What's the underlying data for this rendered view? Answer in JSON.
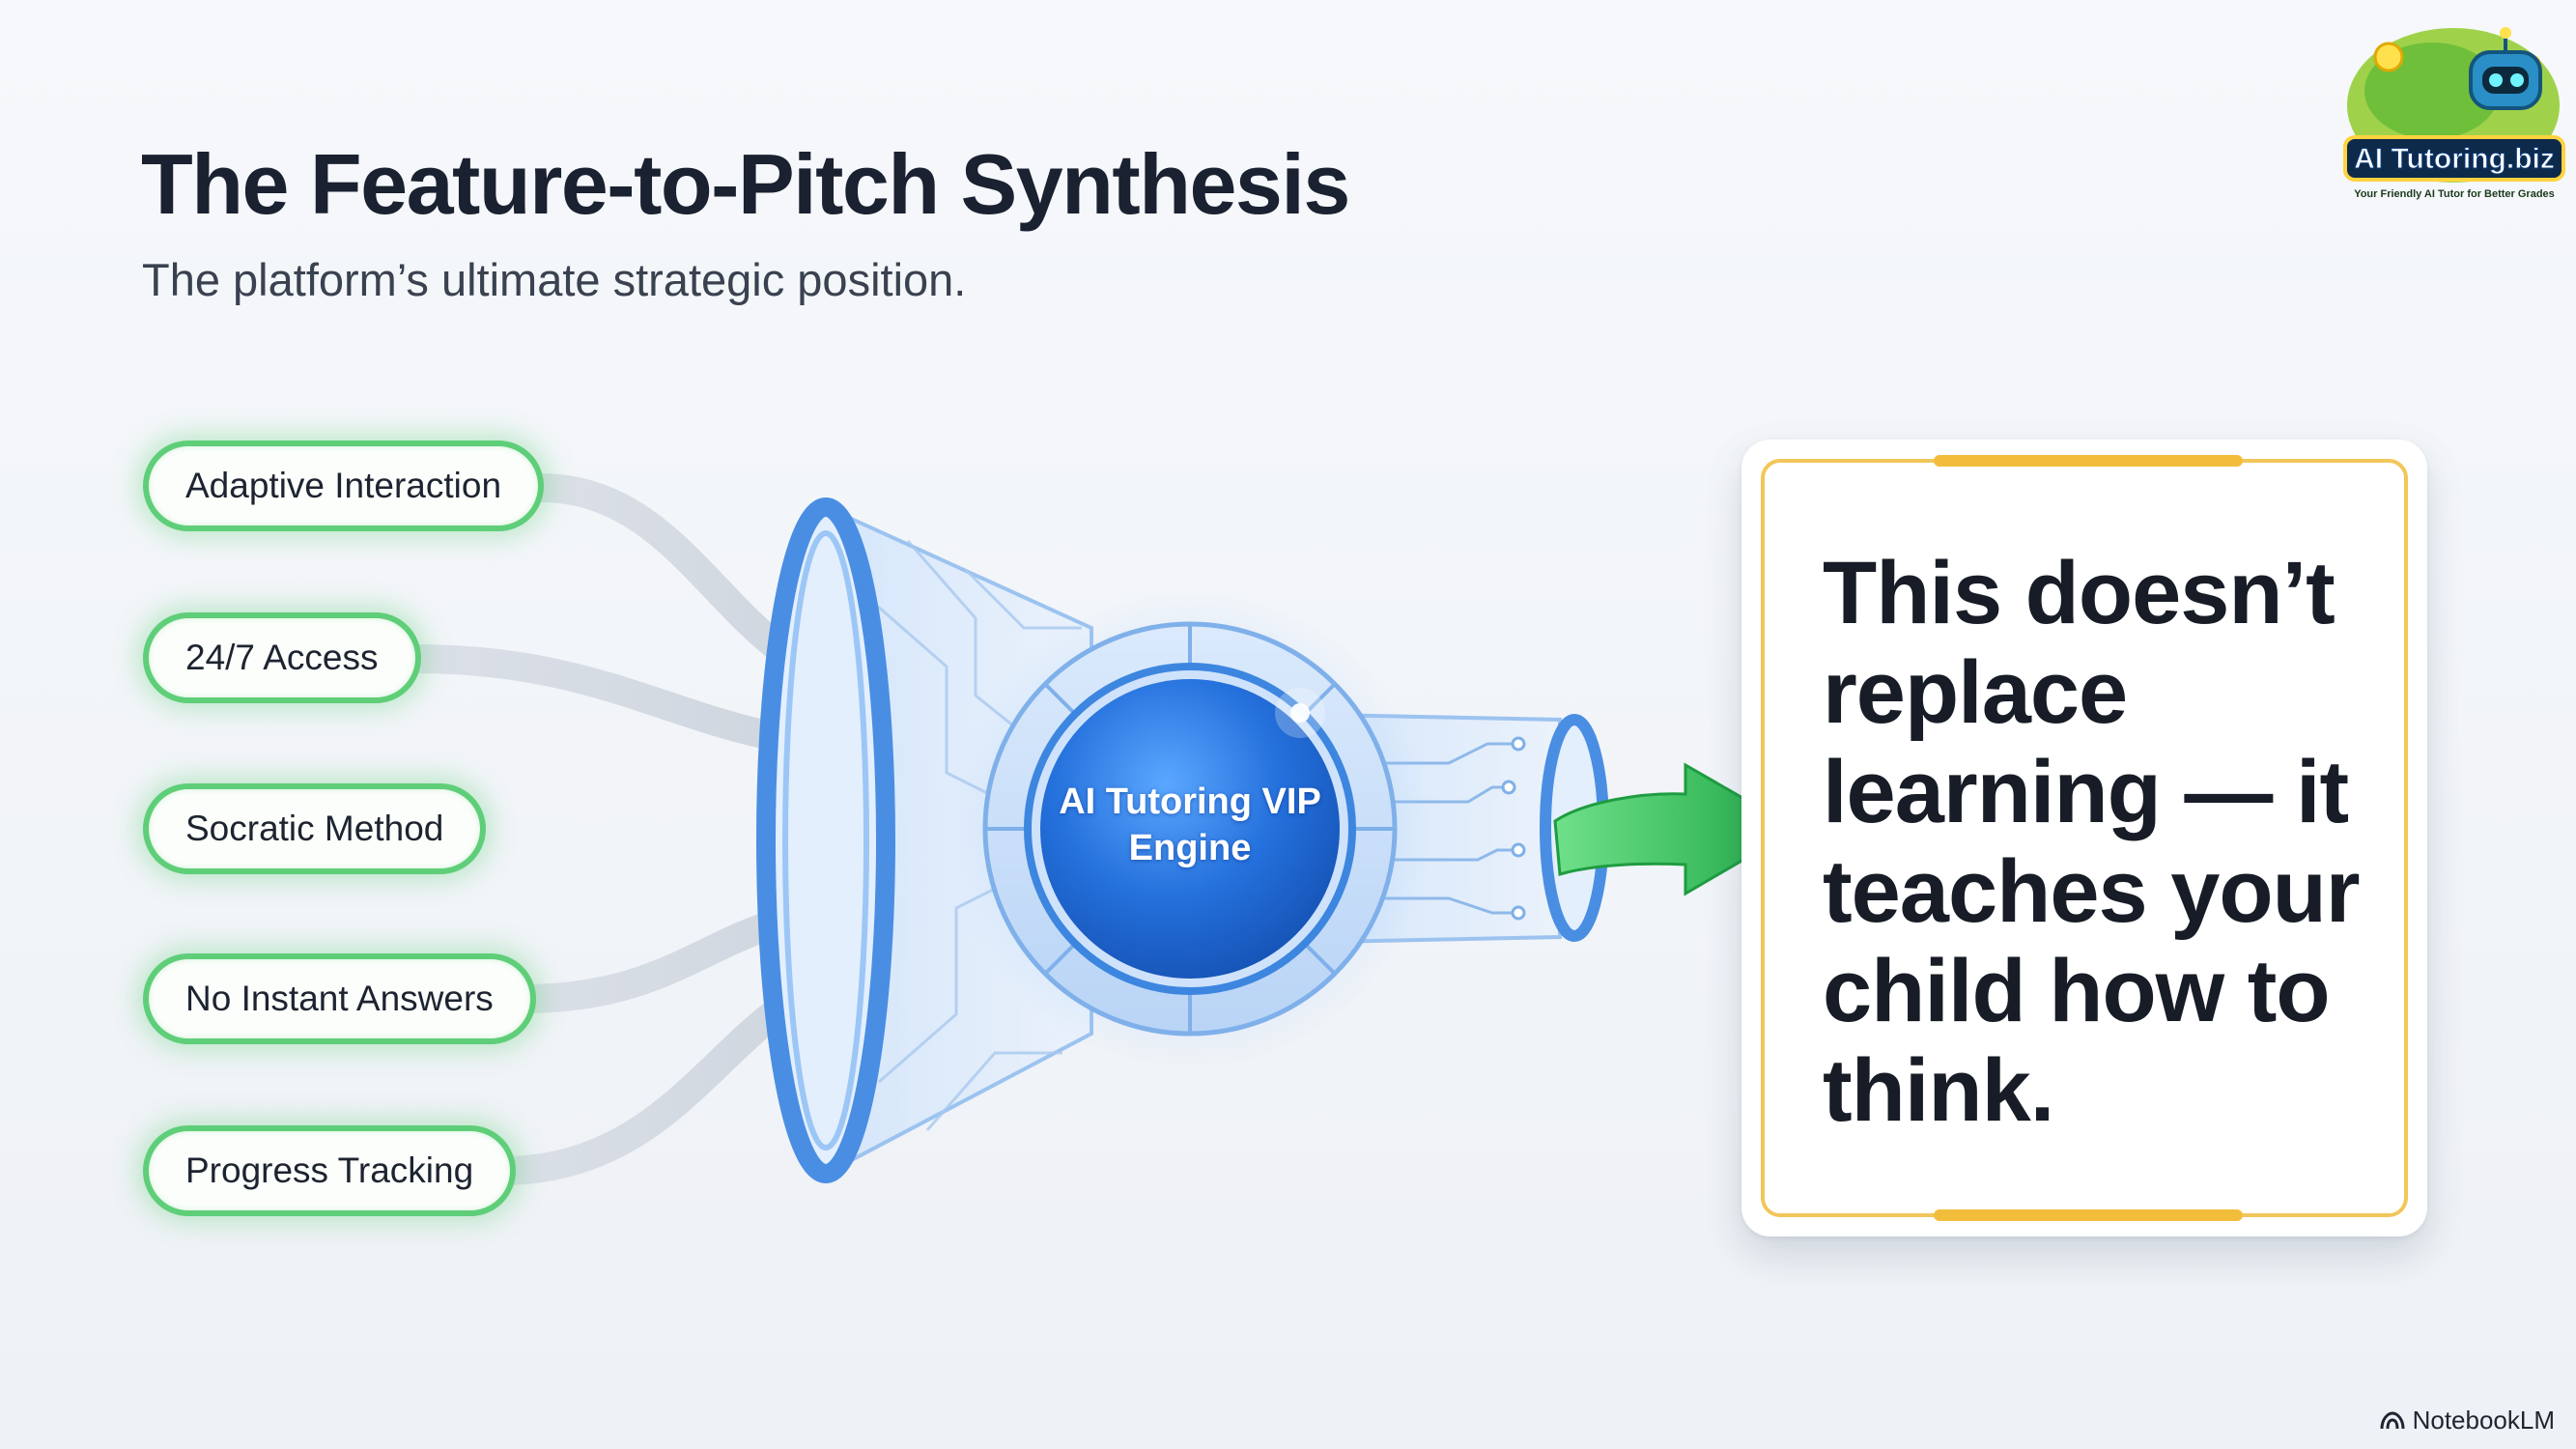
{
  "title": "The Feature-to-Pitch Synthesis",
  "subtitle": "The platform’s ultimate strategic position.",
  "features": [
    {
      "label": "Adaptive Interaction"
    },
    {
      "label": "24/7 Access"
    },
    {
      "label": "Socratic Method"
    },
    {
      "label": "No Instant Answers"
    },
    {
      "label": "Progress Tracking"
    }
  ],
  "engine": {
    "label": "AI Tutoring VIP Engine"
  },
  "pitch": {
    "text": "This doesn’t replace learning — it teaches your child how to think."
  },
  "logo": {
    "wordmark": "AI Tutoring.biz",
    "tagline": "Your Friendly AI Tutor for Better Grades"
  },
  "watermark": {
    "label": "NotebookLM"
  },
  "colors": {
    "feature_border": "#5fce79",
    "funnel_blue": "#3d86e0",
    "engine_core": "#1f6fd8",
    "arrow_green": "#2fbe57",
    "card_gold": "#f3bd3c"
  }
}
